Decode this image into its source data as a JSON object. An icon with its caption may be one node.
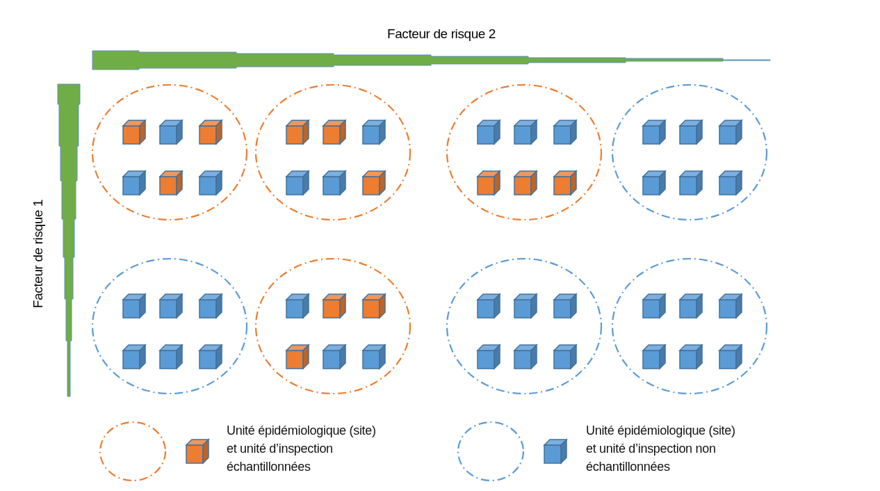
{
  "diagram": {
    "nodes": [
      {
        "text": [],
        "shape": "circle"
      },
      {
        "text": [],
        "shape": "box",
        "in": 0
      },
      {
        "text": [],
        "shape": "box",
        "in": 0
      },
      {
        "text": [],
        "shape": "box",
        "in": 0
      },
      {
        "text": [],
        "shape": "box",
        "in": 0
      },
      {
        "text": [],
        "shape": "box",
        "in": 0
      },
      {
        "text": [],
        "shape": "box",
        "in": 0
      },
      {
        "text": [],
        "shape": "circle"
      },
      {
        "text": [],
        "shape": "box",
        "in": 7
      },
      {
        "text": [],
        "shape": "box",
        "in": 7
      },
      {
        "text": [],
        "shape": "box",
        "in": 7
      },
      {
        "text": [],
        "shape": "box",
        "in": 7
      },
      {
        "text": [],
        "shape": "box",
        "in": 7
      },
      {
        "text": [],
        "shape": "box",
        "in": 7
      },
      {
        "text": [],
        "shape": "circle"
      },
      {
        "text": [],
        "shape": "box",
        "in": 14
      },
      {
        "text": [],
        "shape": "box",
        "in": 14
      },
      {
        "text": [],
        "shape": "box",
        "in": 14
      },
      {
        "text": [],
        "shape": "box",
        "in": 14
      },
      {
        "text": [],
        "shape": "box",
        "in": 14
      },
      {
        "text": [],
        "shape": "box",
        "in": 14
      },
      {
        "text": [],
        "shape": "circle"
      },
      {
        "text": [],
        "shape": "box",
        "in": 21
      },
      {
        "text": [],
        "shape": "box",
        "in": 21
      },
      {
        "text": [],
        "shape": "box",
        "in": 21
      },
      {
        "text": [],
        "shape": "box",
        "in": 21
      },
      {
        "text": [],
        "shape": "box",
        "in": 21
      },
      {
        "text": [],
        "shape": "box",
        "in": 21
      },
      {
        "text": [],
        "shape": "circle"
      },
      {
        "text": [],
        "shape": "box",
        "in": 28
      },
      {
        "text": [],
        "shape": "box",
        "in": 28
      },
      {
        "text": [],
        "shape": "box",
        "in": 28
      },
      {
        "text": [],
        "shape": "box",
        "in": 28
      },
      {
        "text": [],
        "shape": "box",
        "in": 28
      },
      {
        "text": [],
        "shape": "box",
        "in": 28
      },
      {
        "text": [],
        "shape": "circle"
      },
      {
        "text": [],
        "shape": "box",
        "in": 35
      },
      {
        "text": [],
        "shape": "box",
        "in": 35
      },
      {
        "text": [],
        "shape": "box",
        "in": 35
      },
      {
        "text": [],
        "shape": "box",
        "in": 35
      },
      {
        "text": [],
        "shape": "box",
        "in": 35
      },
      {
        "text": [],
        "shape": "box",
        "in": 35
      },
      {
        "text": [],
        "shape": "circle"
      },
      {
        "text": [],
        "shape": "box",
        "in": 42
      },
      {
        "text": [],
        "shape": "box",
        "in": 42
      },
      {
        "text": [],
        "shape": "box",
        "in": 42
      },
      {
        "text": [],
        "shape": "box",
        "in": 42
      },
      {
        "text": [],
        "shape": "box",
        "in": 42
      },
      {
        "text": [],
        "shape": "box",
        "in": 42
      },
      {
        "text": [],
        "shape": "circle"
      },
      {
        "text": [],
        "shape": "box",
        "in": 49
      },
      {
        "text": [],
        "shape": "box",
        "in": 49
      },
      {
        "text": [],
        "shape": "box",
        "in": 49
      },
      {
        "text": [],
        "shape": "box",
        "in": 49
      },
      {
        "text": [],
        "shape": "box",
        "in": 49
      },
      {
        "text": [],
        "shape": "box",
        "in": 49
      }
    ],
    "labels": [
      "Facteur de risque 2",
      "Facteur de risque 1"
    ],
    "legend": [
      {
        "text": "Unité épidémiologique (site) et unité d’inspection échantillonnées",
        "color": "#ed7d31"
      },
      {
        "text": "Unité épidémiologique (site) et unité d’inspection non échantillonnées",
        "color": "#5b9bd5"
      }
    ]
  }
}
